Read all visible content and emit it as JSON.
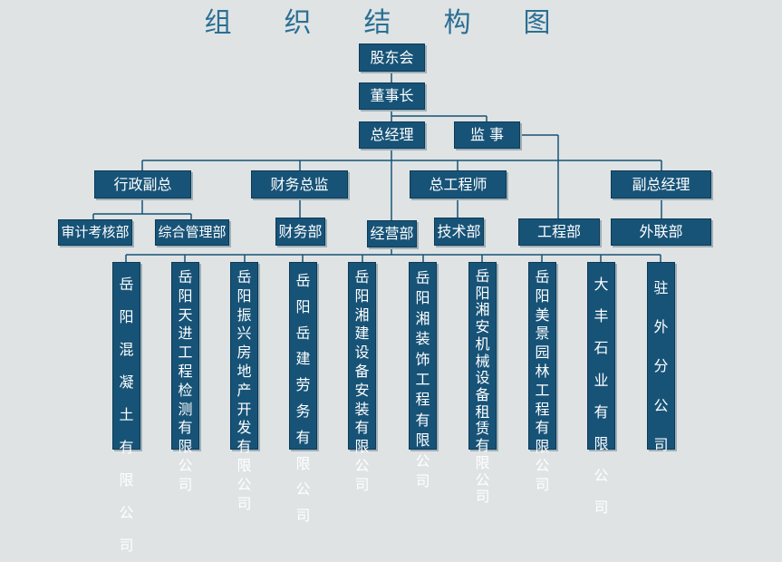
{
  "title": "组织结构图",
  "colors": {
    "box": "#175377",
    "line": "#175377",
    "title": "#2a6f94",
    "background": "#dfe3e4"
  },
  "nodes": {
    "shareholders": "股东会",
    "chairman": "董事长",
    "gm": "总经理",
    "supervisor": "监 事",
    "admin_vp": "行政副总",
    "cfo": "财务总监",
    "chief_engineer": "总工程师",
    "deputy_gm": "副总经理",
    "audit_dept": "审计考核部",
    "general_mgmt_dept": "综合管理部",
    "finance_dept": "财务部",
    "operations_dept": "经营部",
    "tech_dept": "技术部",
    "engineering_dept": "工程部",
    "foreign_affairs_dept": "外联部"
  },
  "subsidiaries": [
    "岳阳混凝土有限公司",
    "岳阳天进工程检测有限公司",
    "岳阳振兴房地产开发有限公司",
    "岳阳岳建劳务有限公司",
    "岳阳湘建设备安装有限公司",
    "岳阳湘装饰工程有限公司",
    "岳阳湘安机械设备租赁有限公司",
    "岳阳美景园林工程有限公司",
    "大丰石业有限公司",
    "驻外分公司"
  ]
}
